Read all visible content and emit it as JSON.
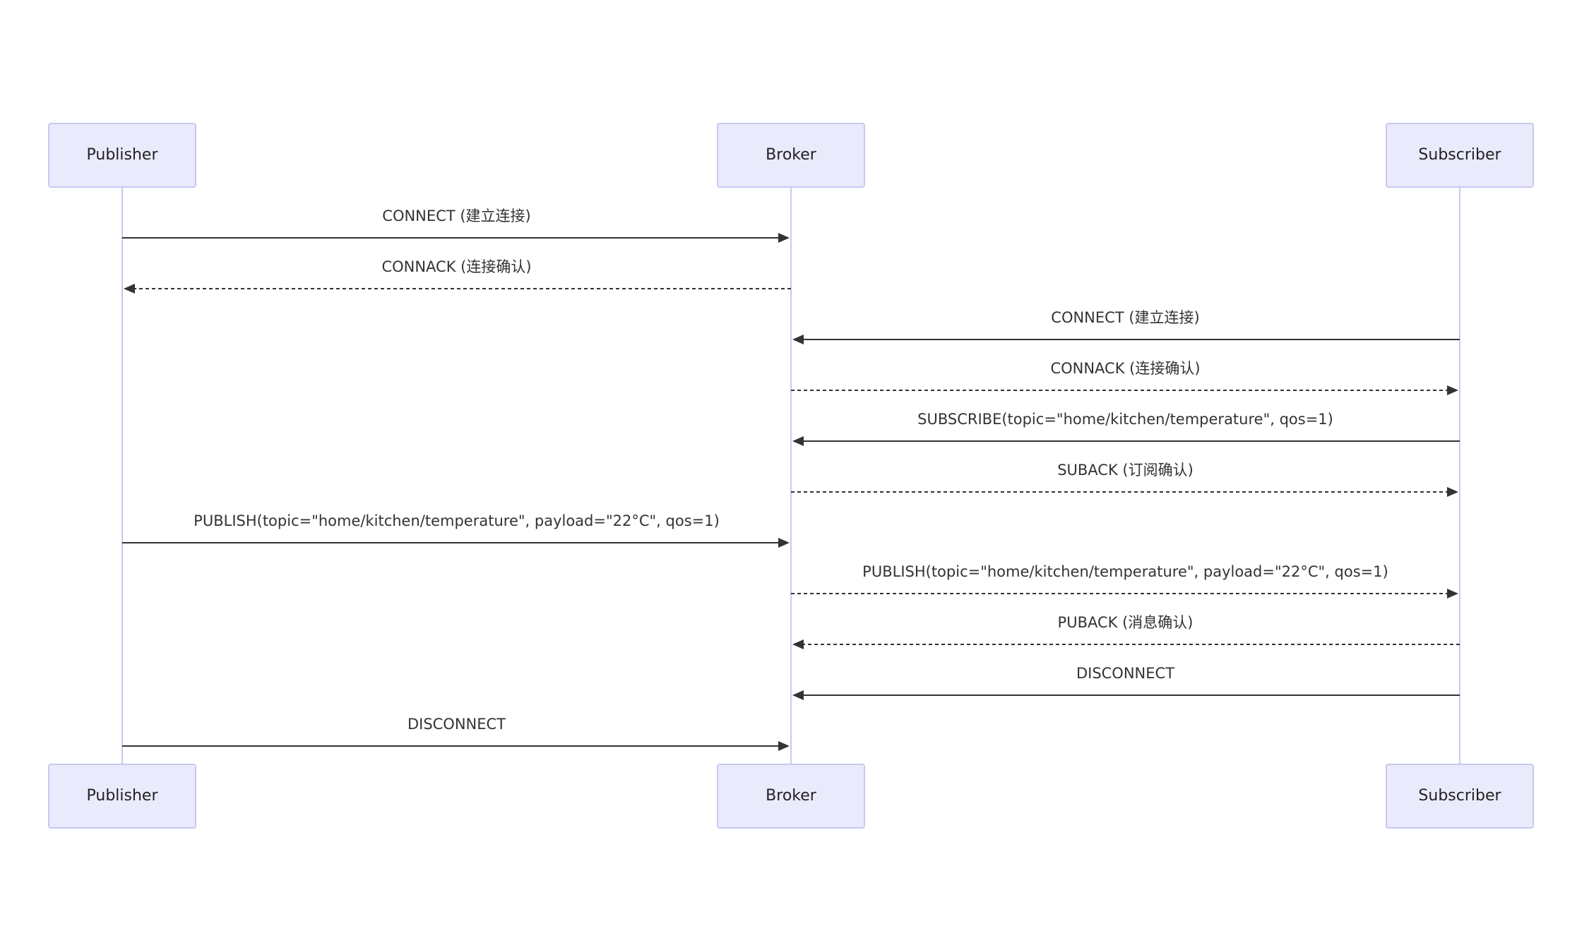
{
  "diagram": {
    "type": "sequence",
    "participants": [
      {
        "id": "publisher",
        "label": "Publisher"
      },
      {
        "id": "broker",
        "label": "Broker"
      },
      {
        "id": "subscriber",
        "label": "Subscriber"
      }
    ],
    "messages": [
      {
        "from": "publisher",
        "to": "broker",
        "style": "solid",
        "label": "CONNECT (建立连接)"
      },
      {
        "from": "broker",
        "to": "publisher",
        "style": "dashed",
        "label": "CONNACK (连接确认)"
      },
      {
        "from": "subscriber",
        "to": "broker",
        "style": "solid",
        "label": "CONNECT (建立连接)"
      },
      {
        "from": "broker",
        "to": "subscriber",
        "style": "dashed",
        "label": "CONNACK (连接确认)"
      },
      {
        "from": "subscriber",
        "to": "broker",
        "style": "solid",
        "label": "SUBSCRIBE(topic=\"home/kitchen/temperature\", qos=1)"
      },
      {
        "from": "broker",
        "to": "subscriber",
        "style": "dashed",
        "label": "SUBACK (订阅确认)"
      },
      {
        "from": "publisher",
        "to": "broker",
        "style": "solid",
        "label": "PUBLISH(topic=\"home/kitchen/temperature\", payload=\"22°C\", qos=1)"
      },
      {
        "from": "broker",
        "to": "subscriber",
        "style": "dashed",
        "label": "PUBLISH(topic=\"home/kitchen/temperature\", payload=\"22°C\", qos=1)"
      },
      {
        "from": "subscriber",
        "to": "broker",
        "style": "dashed",
        "label": "PUBACK (消息确认)"
      },
      {
        "from": "subscriber",
        "to": "broker",
        "style": "solid",
        "label": "DISCONNECT"
      },
      {
        "from": "publisher",
        "to": "broker",
        "style": "solid",
        "label": "DISCONNECT"
      }
    ]
  }
}
